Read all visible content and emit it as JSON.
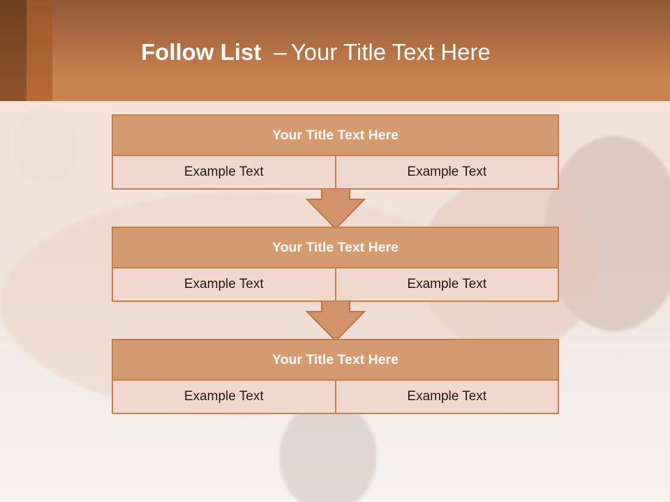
{
  "header": {
    "title_bold": "Follow List",
    "title_dash": "–",
    "title_rest": "Your Title Text Here"
  },
  "blocks": [
    {
      "title": "Your Title Text Here",
      "left": "Example Text",
      "right": "Example Text"
    },
    {
      "title": "Your Title Text Here",
      "left": "Example Text",
      "right": "Example Text"
    },
    {
      "title": "Your Title Text Here",
      "left": "Example Text",
      "right": "Example Text"
    }
  ],
  "colors": {
    "header_top": "#8e5a36",
    "header_bottom": "#cb8553",
    "block_border": "#c37d4f",
    "block_head": "#d59a70",
    "block_cell": "#f1d8cd",
    "arrow_fill": "#d4926a"
  }
}
